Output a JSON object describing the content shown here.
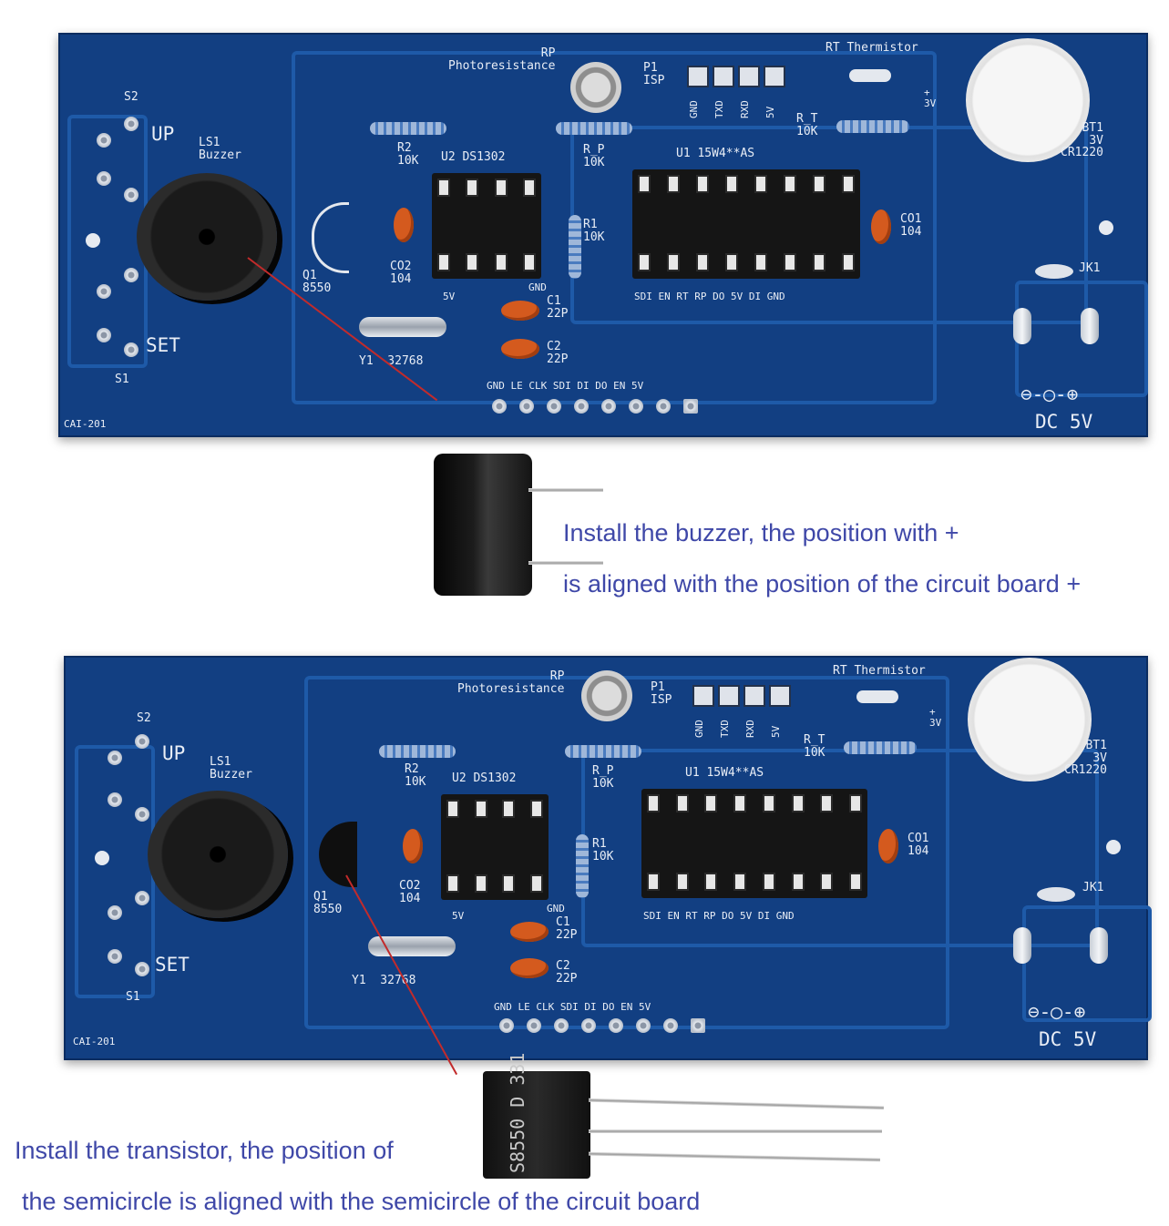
{
  "boards": [
    {
      "id": "top",
      "labels": {
        "photoresistor": "RP\nPhotoresistance",
        "isp": "P1\nISP",
        "isp_pins": [
          "GND",
          "TXD",
          "RXD",
          "5V"
        ],
        "thermistor": "RT Thermistor",
        "rt_value": "R_T\n10K",
        "battery_plus": "+\n3V",
        "battery": "BT1\n3V\nCR1220",
        "s2": "S2",
        "up": "UP",
        "ls1": "LS1\nBuzzer",
        "r2": "R2\n10K",
        "u2": "U2 DS1302",
        "rp_value": "R_P\n10K",
        "u1": "U1 15W4**AS",
        "r1": "R1\n10K",
        "co1": "CO1\n104",
        "q1": "Q1\n8550",
        "co2": "CO2\n104",
        "u2_pin_5v": "5V",
        "u2_pin_gnd": "GND",
        "u1_pins": "SDI EN RT RP DO 5V DI GND",
        "jk1": "JK1",
        "c1": "C1\n22P",
        "c2": "C2\n22P",
        "y1": "Y1  32768",
        "set": "SET",
        "s1": "S1",
        "header_pins": "GND LE CLK SDI DI DO EN 5V",
        "dc_symbol": "⊖-◯-⊕",
        "dc": "DC 5V",
        "board_id": "CAI-201"
      }
    },
    {
      "id": "bottom",
      "labels": {
        "photoresistor": "RP\nPhotoresistance",
        "isp": "P1\nISP",
        "isp_pins": [
          "GND",
          "TXD",
          "RXD",
          "5V"
        ],
        "thermistor": "RT Thermistor",
        "rt_value": "R_T\n10K",
        "battery_plus": "+\n3V",
        "battery": "BT1\n3V\nCR1220",
        "s2": "S2",
        "up": "UP",
        "ls1": "LS1\nBuzzer",
        "r2": "R2\n10K",
        "u2": "U2 DS1302",
        "rp_value": "R_P\n10K",
        "u1": "U1 15W4**AS",
        "r1": "R1\n10K",
        "co1": "CO1\n104",
        "q1": "Q1\n8550",
        "co2": "CO2\n104",
        "u2_pin_5v": "5V",
        "u2_pin_gnd": "GND",
        "u1_pins": "SDI EN RT RP DO 5V DI GND",
        "jk1": "JK1",
        "c1": "C1\n22P",
        "c2": "C2\n22P",
        "y1": "Y1  32768",
        "set": "SET",
        "s1": "S1",
        "header_pins": "GND LE CLK SDI DI DO EN 5V",
        "dc_symbol": "⊖-◯-⊕",
        "dc": "DC 5V",
        "board_id": "CAI-201"
      }
    }
  ],
  "captions": {
    "buzzer_line1": "Install the buzzer, the position with +",
    "buzzer_line2": "is aligned with the position of the circuit board +",
    "transistor_line1": "Install the transistor, the position of",
    "transistor_line2": "the semicircle is aligned with the semicircle of the circuit board"
  },
  "transistor_marking": "S8550 D 331",
  "colors": {
    "pcb": "#123f82",
    "caption": "#3f48a8",
    "arrow": "#c22b2b"
  }
}
